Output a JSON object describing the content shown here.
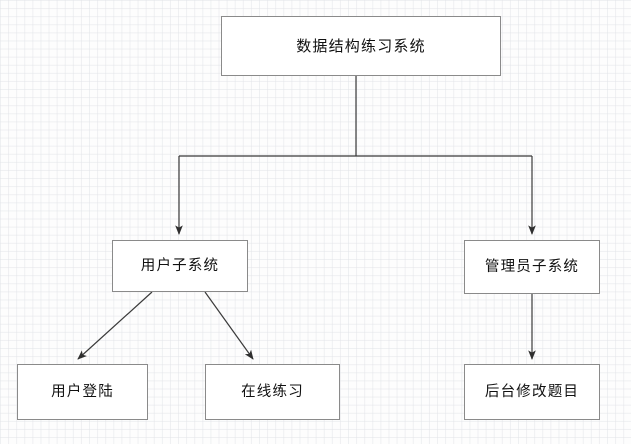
{
  "diagram": {
    "type": "flowchart-tree",
    "background": "graph-paper-grid",
    "line_color": "#3a3a3a",
    "box_border_color": "#8a8a8a",
    "box_fill_color": "#ffffff",
    "text_color": "#111111",
    "nodes": [
      {
        "id": "root",
        "label": "数据结构练习系统",
        "level": 0
      },
      {
        "id": "user-subsystem",
        "label": "用户子系统",
        "level": 1
      },
      {
        "id": "admin-subsystem",
        "label": "管理员子系统",
        "level": 1
      },
      {
        "id": "user-login",
        "label": "用户登陆",
        "level": 2
      },
      {
        "id": "online-practice",
        "label": "在线练习",
        "level": 2
      },
      {
        "id": "edit-questions",
        "label": "后台修改题目",
        "level": 2
      }
    ],
    "edges": [
      {
        "from": "root",
        "to": "user-subsystem",
        "style": "orthogonal",
        "arrow": "down"
      },
      {
        "from": "root",
        "to": "admin-subsystem",
        "style": "orthogonal",
        "arrow": "down"
      },
      {
        "from": "user-subsystem",
        "to": "user-login",
        "style": "diagonal",
        "arrow": "down-left"
      },
      {
        "from": "user-subsystem",
        "to": "online-practice",
        "style": "diagonal",
        "arrow": "down-right"
      },
      {
        "from": "admin-subsystem",
        "to": "edit-questions",
        "style": "straight",
        "arrow": "down"
      }
    ]
  }
}
